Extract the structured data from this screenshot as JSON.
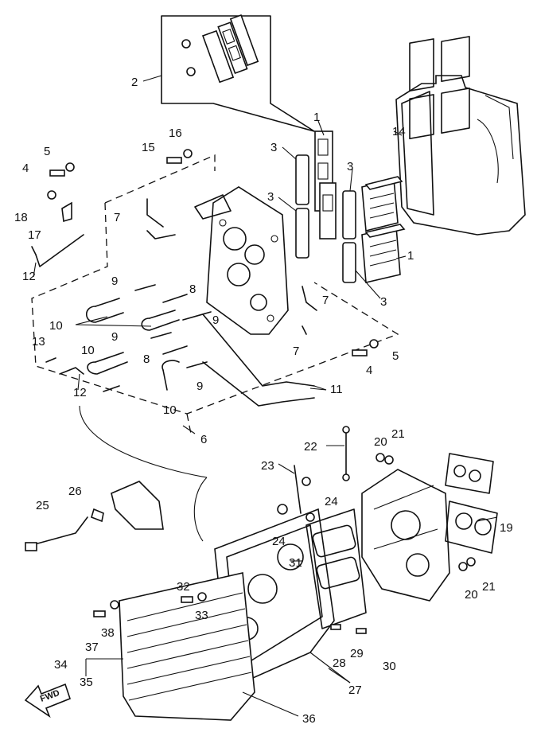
{
  "callouts": [
    {
      "id": "c1a",
      "text": "1"
    },
    {
      "id": "c1b",
      "text": "1"
    },
    {
      "id": "c2",
      "text": "2"
    },
    {
      "id": "c3a",
      "text": "3"
    },
    {
      "id": "c3b",
      "text": "3"
    },
    {
      "id": "c3c",
      "text": "3"
    },
    {
      "id": "c3d",
      "text": "3"
    },
    {
      "id": "c4a",
      "text": "4"
    },
    {
      "id": "c4b",
      "text": "4"
    },
    {
      "id": "c5a",
      "text": "5"
    },
    {
      "id": "c5b",
      "text": "5"
    },
    {
      "id": "c6",
      "text": "6"
    },
    {
      "id": "c7a",
      "text": "7"
    },
    {
      "id": "c7b",
      "text": "7"
    },
    {
      "id": "c7c",
      "text": "7"
    },
    {
      "id": "c8a",
      "text": "8"
    },
    {
      "id": "c8b",
      "text": "8"
    },
    {
      "id": "c9a",
      "text": "9"
    },
    {
      "id": "c9b",
      "text": "9"
    },
    {
      "id": "c9c",
      "text": "9"
    },
    {
      "id": "c9d",
      "text": "9"
    },
    {
      "id": "c10a",
      "text": "10"
    },
    {
      "id": "c10b",
      "text": "10"
    },
    {
      "id": "c10c",
      "text": "10"
    },
    {
      "id": "c11",
      "text": "11"
    },
    {
      "id": "c12a",
      "text": "12"
    },
    {
      "id": "c12b",
      "text": "12"
    },
    {
      "id": "c13",
      "text": "13"
    },
    {
      "id": "c14",
      "text": "14"
    },
    {
      "id": "c15",
      "text": "15"
    },
    {
      "id": "c16",
      "text": "16"
    },
    {
      "id": "c17",
      "text": "17"
    },
    {
      "id": "c18",
      "text": "18"
    },
    {
      "id": "c19",
      "text": "19"
    },
    {
      "id": "c20a",
      "text": "20"
    },
    {
      "id": "c20b",
      "text": "20"
    },
    {
      "id": "c21a",
      "text": "21"
    },
    {
      "id": "c21b",
      "text": "21"
    },
    {
      "id": "c22",
      "text": "22"
    },
    {
      "id": "c23",
      "text": "23"
    },
    {
      "id": "c24a",
      "text": "24"
    },
    {
      "id": "c24b",
      "text": "24"
    },
    {
      "id": "c25",
      "text": "25"
    },
    {
      "id": "c26",
      "text": "26"
    },
    {
      "id": "c27",
      "text": "27"
    },
    {
      "id": "c28",
      "text": "28"
    },
    {
      "id": "c29",
      "text": "29"
    },
    {
      "id": "c30",
      "text": "30"
    },
    {
      "id": "c31",
      "text": "31"
    },
    {
      "id": "c32",
      "text": "32"
    },
    {
      "id": "c33",
      "text": "33"
    },
    {
      "id": "c34",
      "text": "34"
    },
    {
      "id": "c35",
      "text": "35"
    },
    {
      "id": "c36",
      "text": "36"
    },
    {
      "id": "c37",
      "text": "37"
    },
    {
      "id": "c38",
      "text": "38"
    }
  ],
  "direction_label": "FWD"
}
